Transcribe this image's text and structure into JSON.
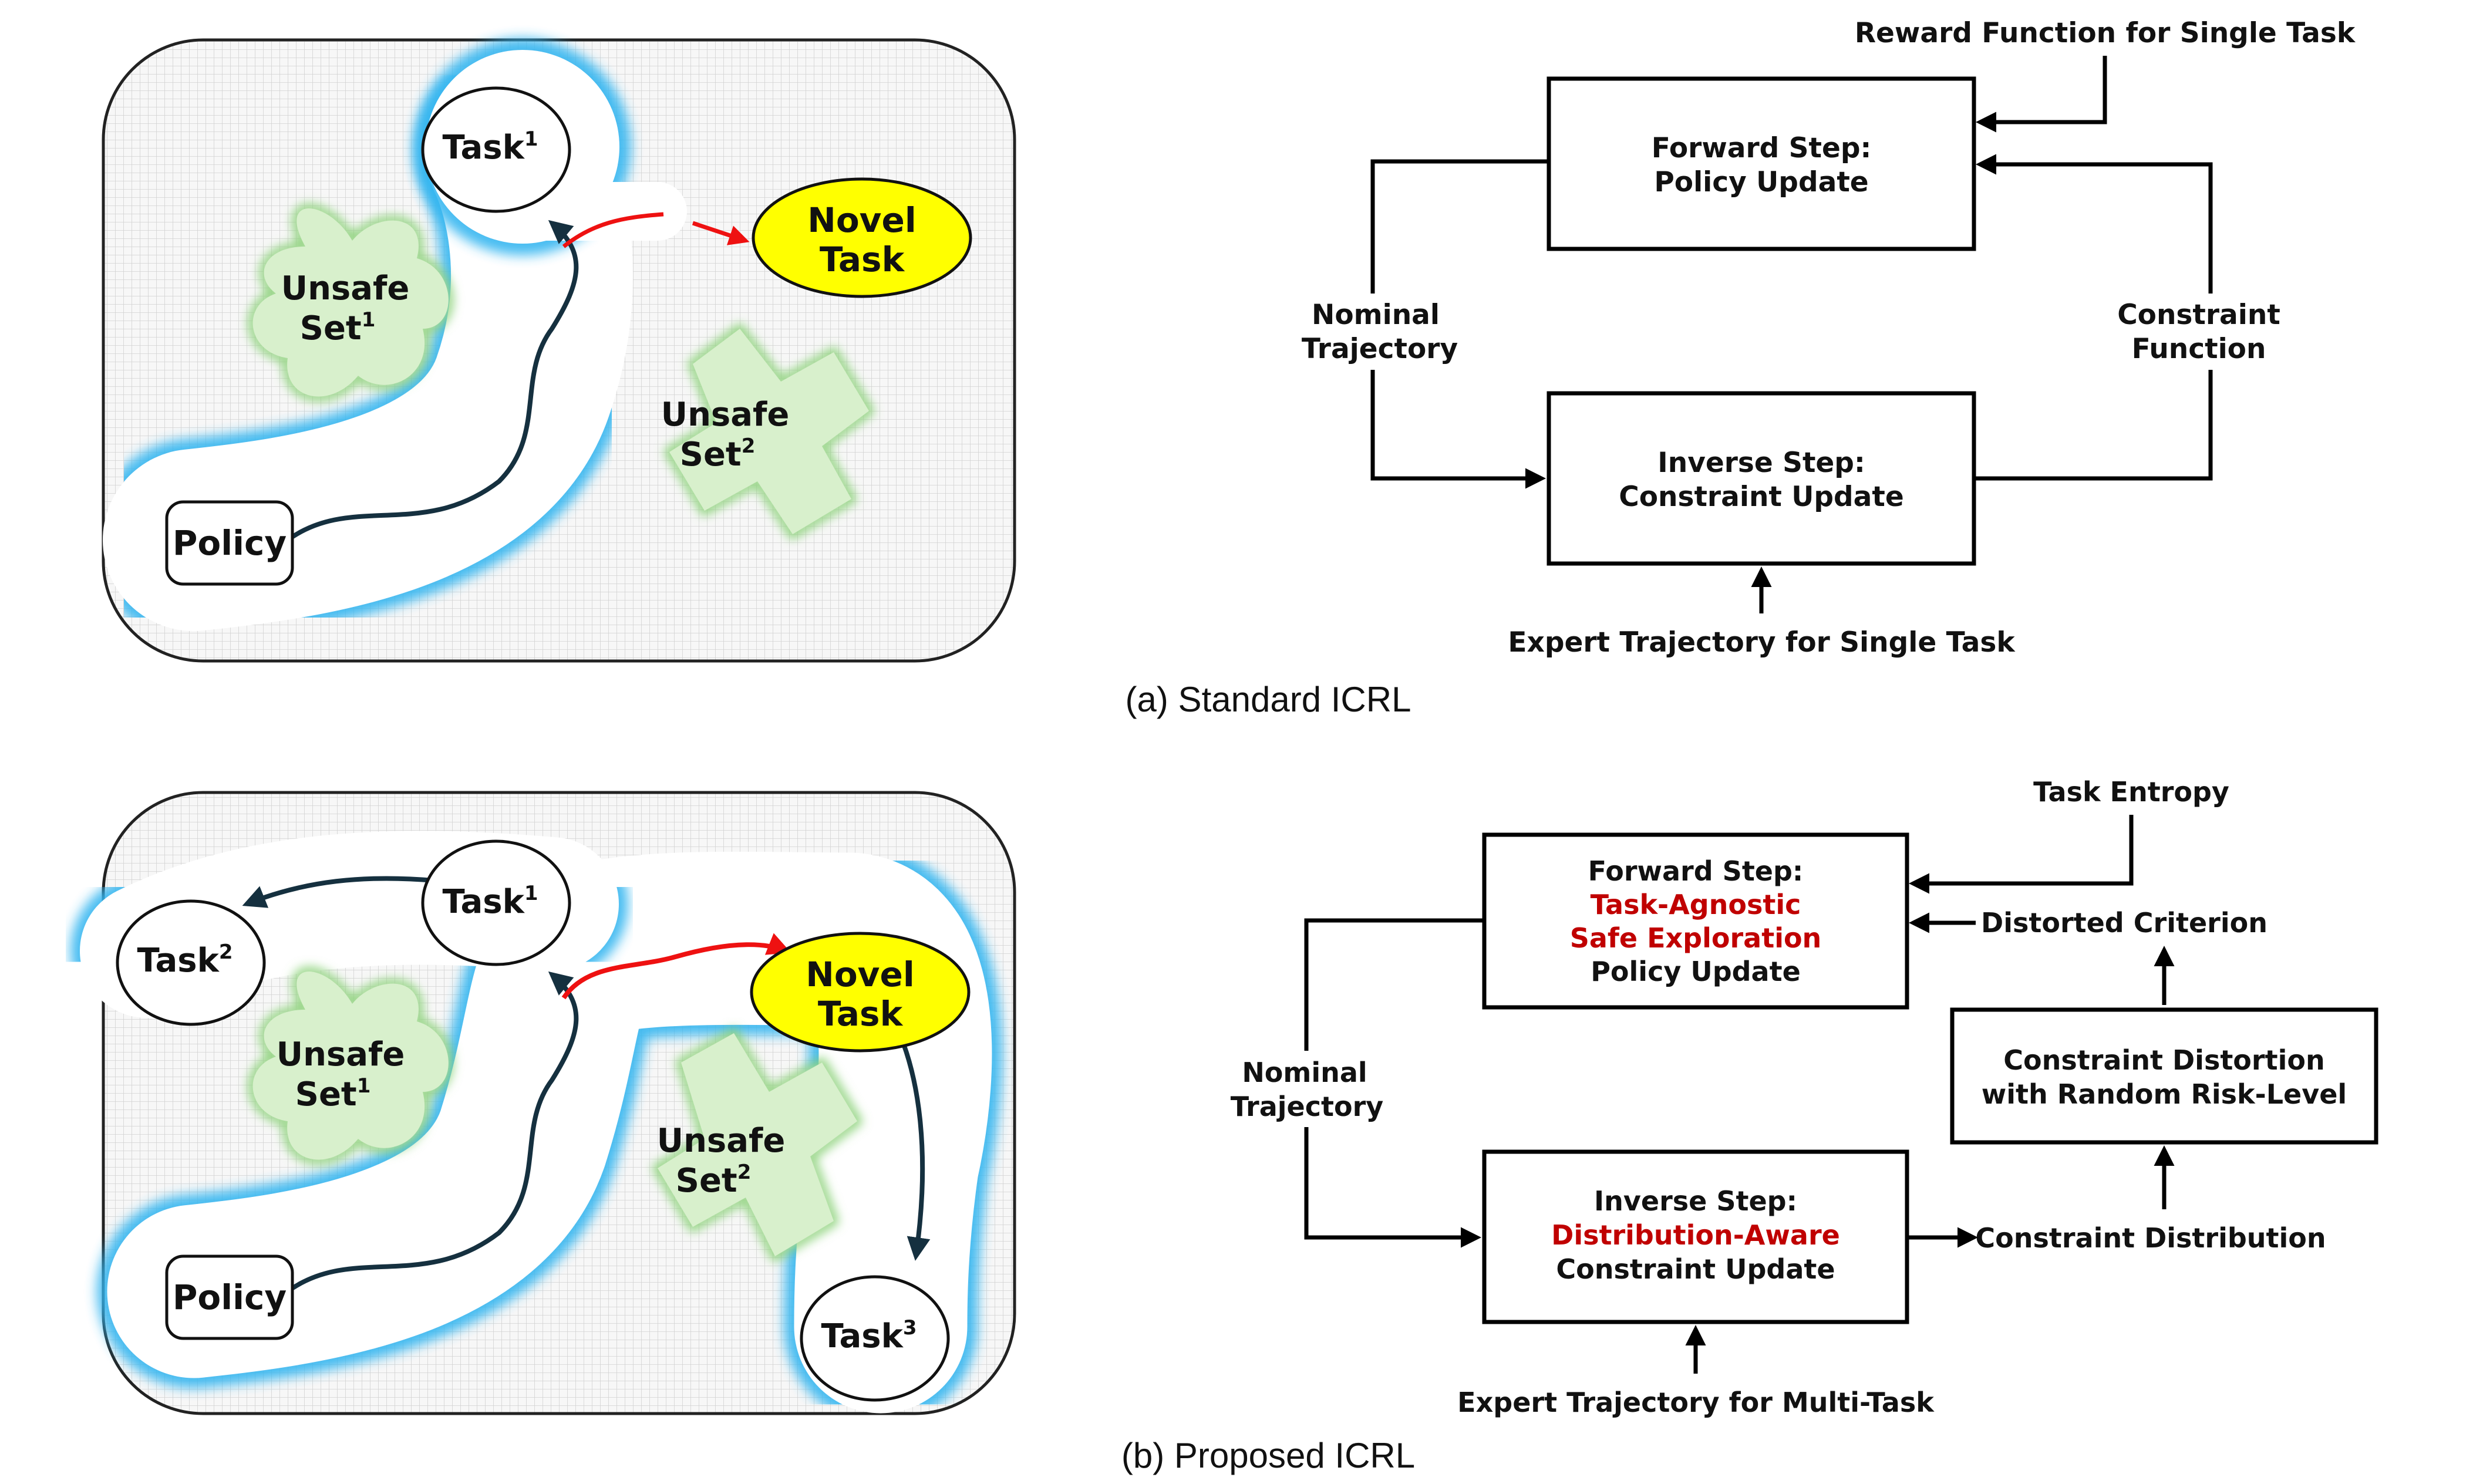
{
  "panel_a": {
    "caption": "(a) Standard ICRL",
    "map": {
      "policy": "Policy",
      "task1": "Task",
      "task1_sup": "1",
      "novel_task_line1": "Novel",
      "novel_task_line2": "Task",
      "unsafe1_line1": "Unsafe",
      "unsafe1_line2": "Set",
      "unsafe1_sup": "1",
      "unsafe2_line1": "Unsafe",
      "unsafe2_line2": "Set",
      "unsafe2_sup": "2"
    },
    "flow": {
      "forward_line1": "Forward Step:",
      "forward_line2": "Policy Update",
      "inverse_line1": "Inverse Step:",
      "inverse_line2": "Constraint Update",
      "reward_label": "Reward Function for Single Task",
      "nominal_line1": "Nominal",
      "nominal_line2": "Trajectory",
      "constraint_line1": "Constraint",
      "constraint_line2": "Function",
      "expert_label": "Expert Trajectory for Single Task"
    }
  },
  "panel_b": {
    "caption": "(b) Proposed ICRL",
    "map": {
      "policy": "Policy",
      "task1": "Task",
      "task1_sup": "1",
      "task2": "Task",
      "task2_sup": "2",
      "task3": "Task",
      "task3_sup": "3",
      "novel_task_line1": "Novel",
      "novel_task_line2": "Task",
      "unsafe1_line1": "Unsafe",
      "unsafe1_line2": "Set",
      "unsafe1_sup": "1",
      "unsafe2_line1": "Unsafe",
      "unsafe2_line2": "Set",
      "unsafe2_sup": "2"
    },
    "flow": {
      "forward_line1": "Forward Step:",
      "forward_line2": "Task-Agnostic",
      "forward_line3": "Safe Exploration",
      "forward_line4": "Policy Update",
      "inverse_line1": "Inverse Step:",
      "inverse_line2": "Distribution-Aware",
      "inverse_line3": "Constraint Update",
      "task_entropy": "Task Entropy",
      "distorted_criterion": "Distorted Criterion",
      "distortion_line1": "Constraint Distortion",
      "distortion_line2": "with Random Risk-Level",
      "constraint_distribution": "Constraint Distribution",
      "nominal_line1": "Nominal",
      "nominal_line2": "Trajectory",
      "expert_label": "Expert Trajectory for Multi-Task"
    }
  },
  "colors": {
    "glow": "#35b6f0",
    "unsafe_fill": "#d8f0cc",
    "unsafe_edge": "#7fce6a",
    "novel_fill": "#ffff00",
    "red_path": "#ee1111",
    "dark_path": "#15303f",
    "highlight_text": "#c00000"
  }
}
